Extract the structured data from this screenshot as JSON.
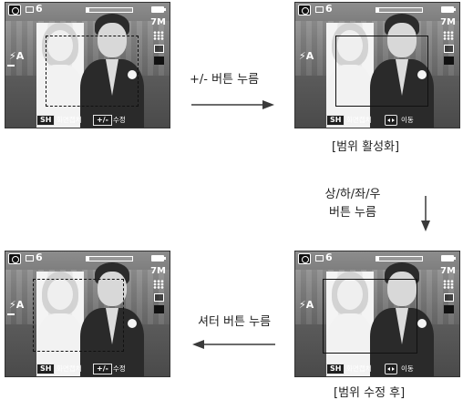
{
  "screens": [
    {
      "shot_count": "6",
      "resolution": "7M",
      "flash": "⚡A",
      "frame_style": "dashed",
      "btn1": "SH",
      "label1": "화면캡처",
      "btn2": "+/-",
      "label2": "수정"
    },
    {
      "shot_count": "6",
      "resolution": "7M",
      "flash": "⚡A",
      "frame_style": "solid",
      "btn1": "SH",
      "label1": "화면캡처",
      "btn2": "move",
      "label2": "이동"
    },
    {
      "shot_count": "6",
      "resolution": "7M",
      "flash": "⚡A",
      "frame_style": "dashed",
      "btn1": "SH",
      "label1": "화면캡처",
      "btn2": "+/-",
      "label2": "수정"
    },
    {
      "shot_count": "6",
      "resolution": "7M",
      "flash": "⚡A",
      "frame_style": "solid",
      "btn1": "SH",
      "label1": "화면캡처",
      "btn2": "move",
      "label2": "이동"
    }
  ],
  "captions": {
    "step1": "+/- 버튼 누름",
    "range_active": "[범위 활성화]",
    "step2_line1": "상/하/좌/우",
    "step2_line2": "버튼 누름",
    "step3": "셔터 버튼 누름",
    "range_edited": "[범위 수정 후]"
  },
  "colors": {
    "arrow": "#3a3a3a",
    "screen_bg": "#6f6f6f"
  }
}
